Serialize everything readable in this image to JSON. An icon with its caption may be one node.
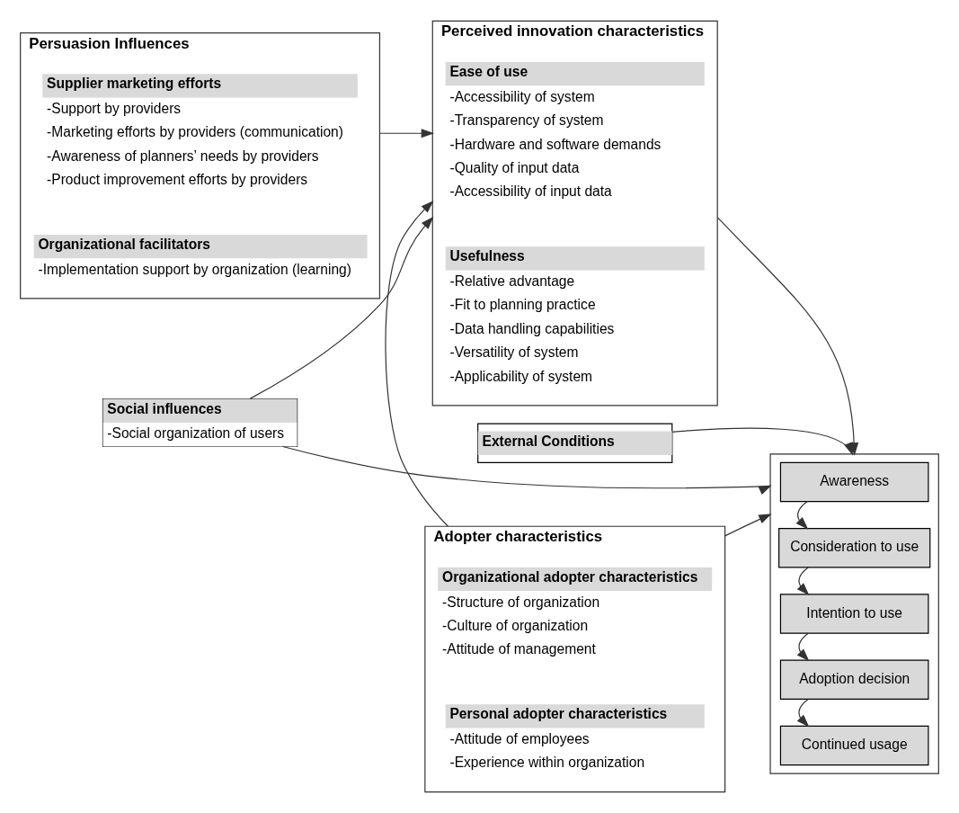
{
  "diagram": {
    "nodes": [
      {
        "text": [
          "Persuasion Influences"
        ]
      },
      {
        "text": [
          "Supplier marketing efforts",
          "-Support by providers",
          "-Marketing efforts by providers (communication)",
          "-Awareness of planners’ needs by providers",
          "-Product improvement efforts by providers"
        ],
        "in": 0
      },
      {
        "text": [
          "Organizational facilitators",
          "-Implementation support by organization (learning)"
        ],
        "in": 0
      },
      {
        "text": [
          "Perceived innovation characteristics"
        ]
      },
      {
        "text": [
          "Ease of use",
          "-Accessibility of system",
          "-Transparency of system",
          "-Hardware and software demands",
          "-Quality of input data",
          "-Accessibility of input data"
        ],
        "in": 3
      },
      {
        "text": [
          "Usefulness",
          "-Relative advantage",
          "-Fit to planning practice",
          "-Data handling capabilities",
          "-Versatility of system",
          "-Applicability of system"
        ],
        "in": 3
      },
      {
        "text": [
          "External Conditions"
        ]
      },
      {
        "text": [
          "Social influences",
          "-Social organization of users"
        ]
      },
      {
        "text": [
          "Adopter characteristics"
        ]
      },
      {
        "text": [
          "Organizational adopter characteristics",
          "-Structure of organization",
          "-Culture of organization",
          "-Attitude of management"
        ],
        "in": 8
      },
      {
        "text": [
          "Personal adopter characteristics",
          "-Attitude of employees",
          "-Experience within organization"
        ],
        "in": 8
      },
      {
        "text": [],
        "shape": "box"
      },
      {
        "text": [
          "Awareness"
        ],
        "in": 11
      },
      {
        "text": [
          "Consideration to use"
        ],
        "in": 11
      },
      {
        "text": [
          "Intention to use"
        ],
        "in": 11
      },
      {
        "text": [
          "Adoption decision"
        ],
        "in": 11
      },
      {
        "text": [
          "Continued usage"
        ],
        "in": 11
      }
    ],
    "edges": [
      {
        "from": 0,
        "to": 3,
        "arrow": "to"
      },
      {
        "from": 7,
        "to": 3,
        "arrow": "to"
      },
      {
        "from": 8,
        "to": 3,
        "arrow": "to"
      },
      {
        "from": 3,
        "to": 11,
        "arrow": "to"
      },
      {
        "from": 6,
        "to": 11,
        "arrow": "to"
      },
      {
        "from": 8,
        "to": 11,
        "arrow": "to"
      },
      {
        "from": 7,
        "to": 11,
        "arrow": "to"
      },
      {
        "from": 12,
        "to": 13,
        "arrow": "to"
      },
      {
        "from": 13,
        "to": 14,
        "arrow": "to"
      },
      {
        "from": 14,
        "to": 15,
        "arrow": "to"
      },
      {
        "from": 15,
        "to": 16,
        "arrow": "to"
      }
    ]
  }
}
